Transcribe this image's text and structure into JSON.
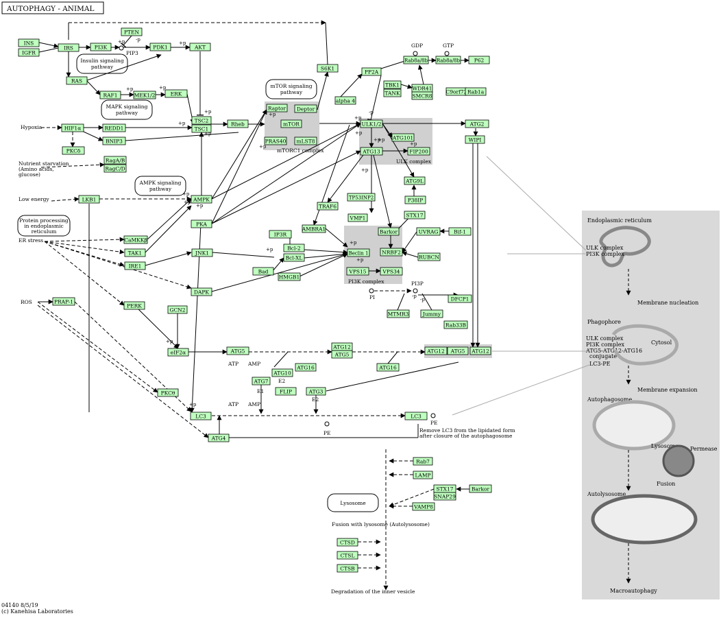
{
  "title": "AUTOPHAGY - ANIMAL",
  "footer": [
    "04140 8/5/19",
    "(c) Kanehisa Laboratories"
  ],
  "colors": {
    "node_fill": "#bfffbf",
    "node_stroke": "#000000",
    "complex_fill": "#d0d0d0",
    "panel_fill": "#d9d9d9"
  },
  "nodes": [
    "INS",
    "IGFR",
    "IRS",
    "PI3K",
    "PTEN",
    "PDK1",
    "AKT",
    "RAS",
    "RAF1",
    "MEK1/2",
    "ERK",
    "S6K1",
    "PP2A",
    "alpha 4",
    "TBK1",
    "TANK",
    "WDR41",
    "SMCR8",
    "C9orf72",
    "Rab1a",
    "Rab8a/8b",
    "Rab8a/8b",
    "P62",
    "HIF1α",
    "REDD1",
    "BNIP3",
    "PKCδ",
    "RagA/B",
    "RagC/D",
    "TSC2",
    "TSC1",
    "Rheb",
    "Raptor",
    "Deptor",
    "mTOR",
    "PRAS40",
    "mLST8",
    "ULK1/2",
    "ATG101",
    "ATG13",
    "FIP200",
    "ATG2",
    "WIPI",
    "ATG9L",
    "P38IP",
    "LKB1",
    "AMPK",
    "PKA",
    "TRAF6",
    "TP53INP2",
    "AMBRA1",
    "VMP1",
    "STX17",
    "Barkor",
    "UVRAG",
    "Bif-1",
    "CaMKKβ",
    "TAK1",
    "IRE1",
    "JNK1",
    "IP3R",
    "Bcl-2",
    "Bcl-XL",
    "Beclin 1",
    "NRBF2",
    "RUBCN",
    "Bad",
    "HMGB1",
    "VPS15",
    "VPS34",
    "DFCP1",
    "MTMR3",
    "Jummy",
    "PRAP-1",
    "DAPK",
    "PERK",
    "GCN2",
    "eIF2α",
    "Rab33B",
    "ATG12",
    "ATG5",
    "ATG12",
    "ATG5",
    "ATG12",
    "ATG5",
    "ATG16",
    "ATG16",
    "ATG7",
    "ATG10",
    "FLIP",
    "ATG3",
    "PKCθ",
    "LC3",
    "LC3",
    "ATG4",
    "Rab7",
    "LAMP",
    "STX17",
    "SNAP29",
    "Barkor",
    "VAMP8",
    "CTSD",
    "CTSL",
    "CTSB"
  ],
  "labels": {
    "insulin": [
      "Insulin signaling",
      "pathway"
    ],
    "mapk": [
      "MAPK signaling",
      "pathway"
    ],
    "mtor_path": [
      "mTOR signaling",
      "pathway"
    ],
    "ampk_path": [
      "AMPK signaling",
      "pathway"
    ],
    "er_box": [
      "Protein processing",
      "in endoplasmic",
      "reticulum"
    ],
    "lysosome_box": "Lysosome",
    "mtorc1": "mTORC1 complex",
    "ulk": "ULK complex",
    "pi3k_complex": "PI3K complex",
    "hypoxia": "Hypoxia",
    "nutrient": [
      "Nutrient starvation",
      "(Amino acids,",
      "glucose)"
    ],
    "low_energy": "Low energy",
    "er_stress": "ER stress",
    "ros": "ROS",
    "pip3": "PIP3",
    "gdp": "GDP",
    "gtp": "GTP",
    "pi": "PI",
    "pi3p": "PI3P",
    "atp1": "ATP",
    "amp1": "AMP",
    "atp2": "ATP",
    "amp2": "AMP",
    "e1": "E1",
    "e2a": "E2",
    "e2b": "E2",
    "pe1": "PE",
    "pe2": "PE",
    "remove_lc3": [
      "Remove LC3 from the lipidated form",
      "after closure of the autophagosome"
    ],
    "fusion_lys": "Fusion with lysosome (Autolysosome)",
    "degradation": "Degradation of the inner vesicle"
  },
  "panel": {
    "er": "Endoplasmic reticulum",
    "ulk_pi3k": [
      "ULK complex",
      "PI3K complex"
    ],
    "nucleation": "Membrane nucleation",
    "phagophore": "Phagophore",
    "phago_list": [
      "ULK complex",
      "PI3K complex",
      "ATG5-ATG12-ATG16",
      "conjugate"
    ],
    "lc3pe": "LC3-PE",
    "cytosol": "Cytosol",
    "expansion": "Membrane expansion",
    "autophagosome": "Autophagosome",
    "lysosome": "Lysosome",
    "permease": "Permease",
    "fusion": "Fusion",
    "autolysosome": "Autolysosome",
    "macro": "Macroautophagy"
  },
  "plus_p": "+p",
  "minus_p": "-p"
}
